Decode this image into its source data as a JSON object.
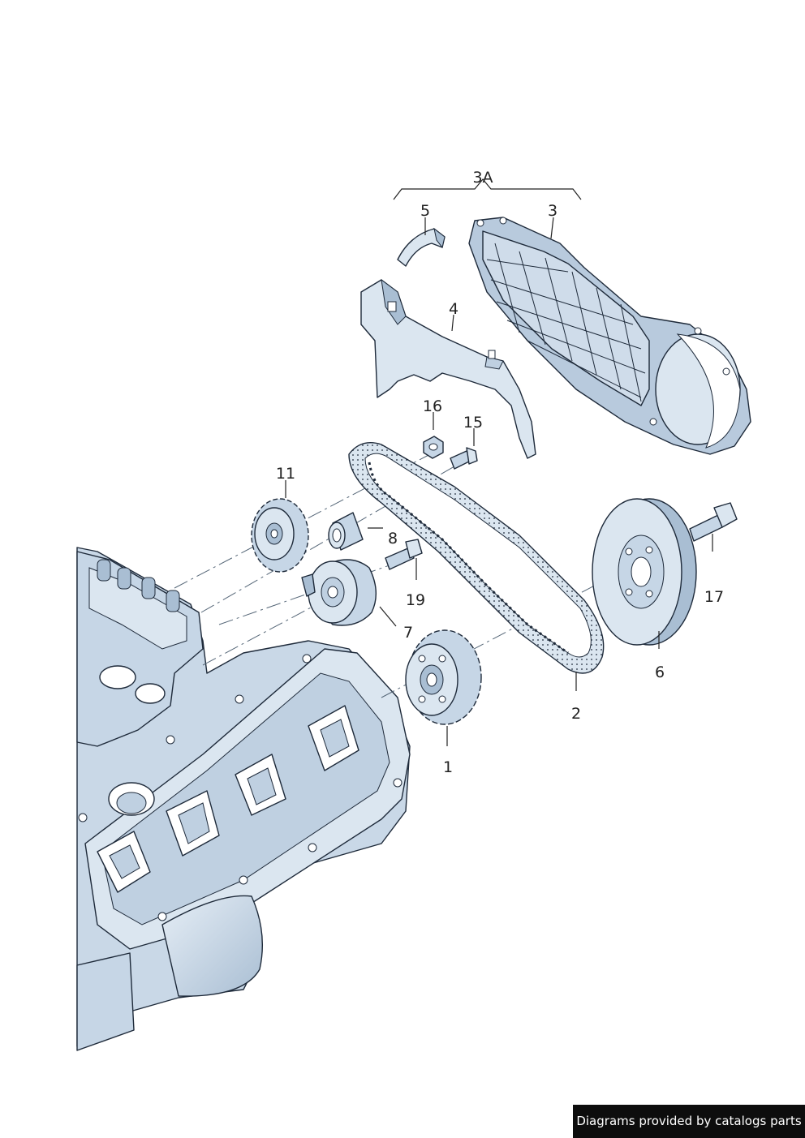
{
  "callouts": {
    "p1": "1",
    "p2": "2",
    "p3": "3",
    "p3a": "3A",
    "p4": "4",
    "p5": "5",
    "p6": "6",
    "p7": "7",
    "p8": "8",
    "p11": "11",
    "p15": "15",
    "p16": "16",
    "p17": "17",
    "p19": "19"
  },
  "footer": {
    "credit": "Diagrams provided by catalogs parts"
  },
  "colors": {
    "part_fill": "#dbe6f0",
    "part_shade": "#a9bed3",
    "outline": "#1e2a3a"
  }
}
